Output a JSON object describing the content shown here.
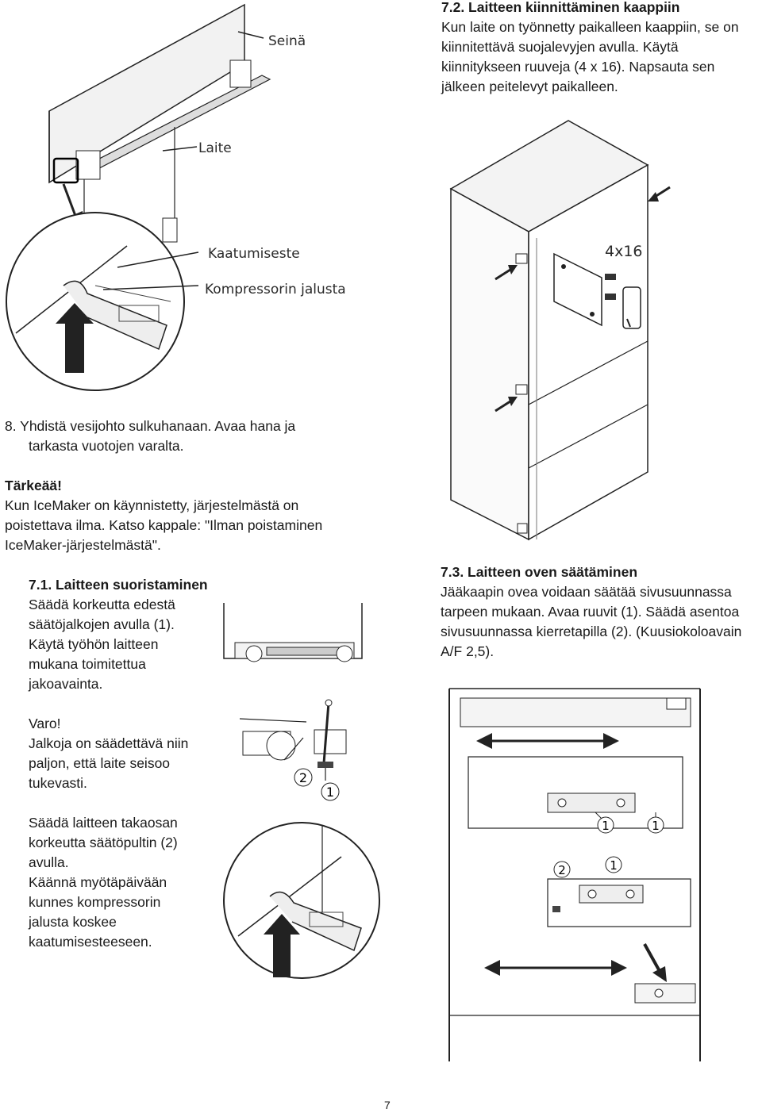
{
  "section_7_2": {
    "heading": "7.2. Laitteen kiinnittäminen kaappiin",
    "lines": [
      "Kun laite on työnnetty paikalleen kaappiin, se on",
      "kiinnitettävä suojalevyjen avulla. Käytä",
      "kiinnitykseen ruuveja (4 x 16). Napsauta sen",
      "jälkeen peitelevyt paikalleen."
    ]
  },
  "figure_top_left": {
    "label_wall": "Seinä",
    "label_device": "Laite",
    "label_tipguard": "Kaatumiseste",
    "label_compressor_base": "Kompressorin jalusta"
  },
  "figure_top_right": {
    "label_screws": "4x16"
  },
  "step_8": {
    "lines": [
      "8.  Yhdistä vesijohto sulkuhanaan. Avaa hana ja",
      "tarkasta vuotojen varalta."
    ]
  },
  "important": {
    "title": "Tärkeää!",
    "lines": [
      "Kun IceMaker on käynnistetty, järjestelmästä on",
      "poistettava ilma. Katso kappale: \"Ilman poistaminen",
      "IceMaker-järjestelmästä\"."
    ]
  },
  "section_7_1": {
    "heading": "7.1. Laitteen suoristaminen",
    "lines": [
      "Säädä korkeutta edestä",
      "säätöjalkojen avulla (1).",
      "Käytä työhön laitteen",
      "mukana toimitettua",
      "jakoavainta."
    ]
  },
  "warning": {
    "title": "Varo!",
    "lines": [
      "Jalkoja on säädettävä niin",
      "paljon, että laite seisoo",
      "tukevasti."
    ]
  },
  "rear_adjust": {
    "lines": [
      "Säädä laitteen takaosan",
      "korkeutta säätöpultin (2)",
      "avulla.",
      "Käännä myötäpäivään",
      "kunnes kompressorin",
      "jalusta koskee",
      "kaatumisesteeseen."
    ]
  },
  "section_7_3": {
    "heading": "7.3. Laitteen oven säätäminen",
    "lines": [
      "Jääkaapin ovea voidaan säätää sivusuunnassa",
      "tarpeen mukaan. Avaa ruuvit (1). Säädä asentoa",
      "sivusuunnassa kierretapilla (2). (Kuusiokoloavain",
      "A/F 2,5)."
    ]
  },
  "callouts": {
    "one": "1",
    "two": "2"
  },
  "page_number": "7"
}
